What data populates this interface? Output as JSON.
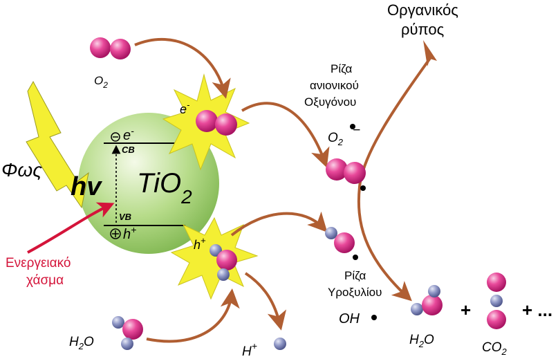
{
  "labels": {
    "light": "Φως",
    "hv": "hv",
    "tio2_main": "TiO",
    "tio2_sub": "2",
    "energy_gap_line1": "Ενεργειακό",
    "energy_gap_line2": "χάσμα",
    "cb": "CB",
    "vb": "VB",
    "electron": "e",
    "electron_sup": "-",
    "hole": "h",
    "hole_sup": "+",
    "burst_top": "e",
    "burst_top_sup": "-",
    "burst_bottom": "h",
    "burst_bottom_sup": "+",
    "o2_left_main": "O",
    "o2_left_sub": "2",
    "h2o_left_main": "H",
    "h2o_left_sub": "2",
    "h2o_left_tail": "O",
    "h_plus_main": "H",
    "h_plus_sup": "+",
    "organic_line1": "Οργανικός",
    "organic_line2": "ρύπος",
    "superoxide_line1": "Ρίζα",
    "superoxide_line2": "ανιονικού",
    "superoxide_line3": "Οξυγόνου",
    "o2_radical_main": "O",
    "o2_radical_sub": "2",
    "o2_radical_sup": "−",
    "hydroxyl_line1": "Ρίζα",
    "hydroxyl_line2": "Υροξυλίου",
    "oh_main": "OH",
    "h2o_right_main": "H",
    "h2o_right_sub": "2",
    "h2o_right_tail": "O",
    "co2_main": "CO",
    "co2_sub": "2",
    "plus_1": "+",
    "plus_2": "+ ..."
  },
  "colors": {
    "sphere": "#8fc45a",
    "burst": "#f4ef33",
    "arrow": "#b05e32",
    "energy_gap": "#d4143a",
    "oxygen_atom": "#e0408f",
    "hydrogen_atom": "#7b84b6"
  }
}
